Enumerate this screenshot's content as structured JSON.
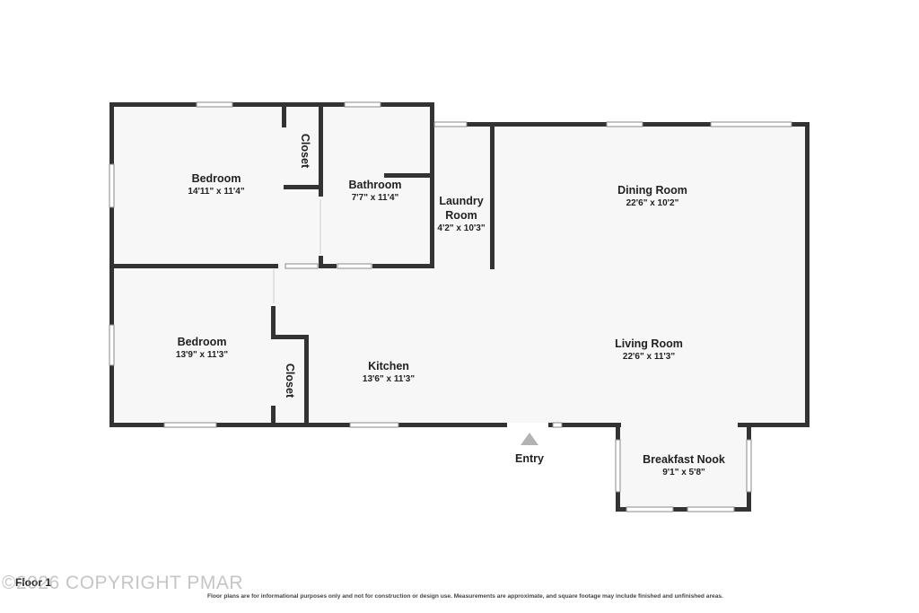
{
  "rooms": {
    "bedroom_1": {
      "name": "Bedroom",
      "dims": "14'11\" x 11'4\""
    },
    "closet_1": {
      "name": "Closet"
    },
    "bathroom": {
      "name": "Bathroom",
      "dims": "7'7\" x 11'4\""
    },
    "laundry": {
      "name_line1": "Laundry",
      "name_line2": "Room",
      "dims": "4'2\" x 10'3\""
    },
    "dining": {
      "name": "Dining Room",
      "dims": "22'6\" x 10'2\""
    },
    "bedroom_2": {
      "name": "Bedroom",
      "dims": "13'9\" x 11'3\""
    },
    "closet_2": {
      "name": "Closet"
    },
    "kitchen": {
      "name": "Kitchen",
      "dims": "13'6\" x 11'3\""
    },
    "living": {
      "name": "Living Room",
      "dims": "22'6\" x 11'3\""
    },
    "nook": {
      "name": "Breakfast Nook",
      "dims": "9'1\" x 5'8\""
    }
  },
  "entry_label": "Entry",
  "floor_label": "Floor 1",
  "watermark": "©2026 COPYRIGHT PMAR",
  "disclaimer": "Floor plans are for informational purposes only and not for construction or design use. Measurements are approximate, and square footage may include finished and unfinished areas.",
  "colors": {
    "wall": "#333333",
    "floor": "#f7f7f7",
    "entry_marker": "#b3b3b3"
  }
}
